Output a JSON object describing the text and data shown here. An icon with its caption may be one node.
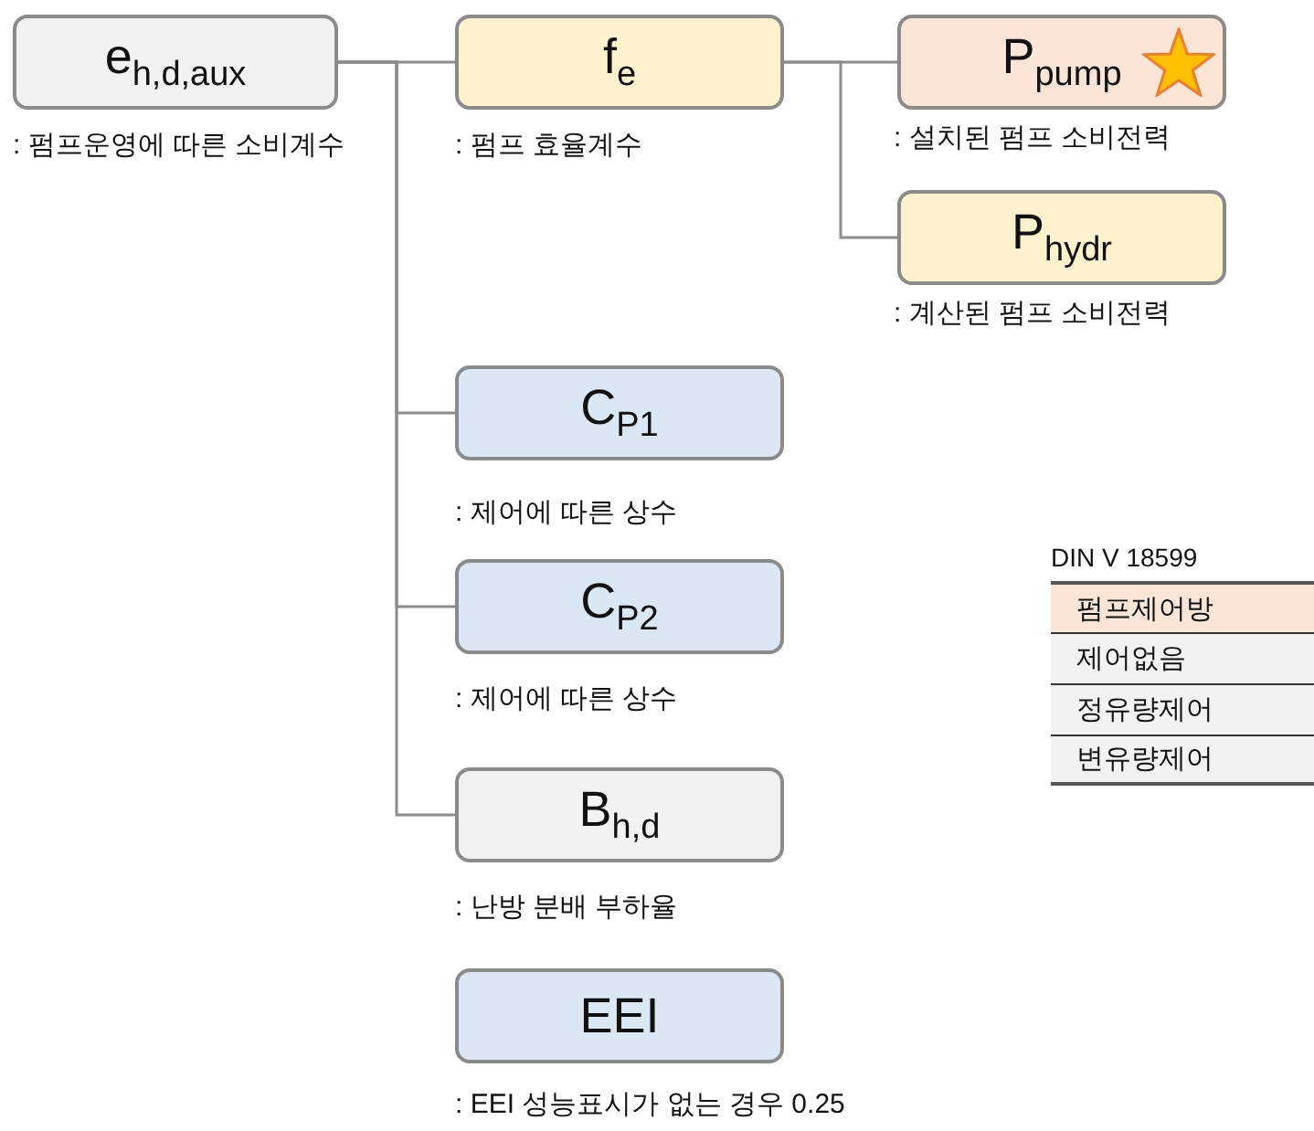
{
  "diagram": {
    "nodes": [
      {
        "text": [
          "e$_{h,d,aux}$"
        ],
        "beside": [
          ": 펌프운영에 따른 소비계수"
        ]
      },
      {
        "text": [
          "f$_{e}$"
        ],
        "beside": [
          ": 펌프 효율계수"
        ]
      },
      {
        "text": [
          "P$_{pump}$"
        ],
        "beside": [
          ": 설치된 펌프 소비전력"
        ]
      },
      {
        "text": [
          "P$_{hydr}$"
        ],
        "beside": [
          ": 계산된 펌프 소비전력"
        ]
      },
      {
        "text": [
          "C$_{P1}$"
        ],
        "beside": [
          ": 제어에 따른 상수"
        ]
      },
      {
        "text": [
          "C$_{P2}$"
        ],
        "beside": [
          ": 제어에 따른 상수"
        ]
      },
      {
        "text": [
          "B$_{h,d}$"
        ],
        "beside": [
          ": 난방 분배 부하율"
        ]
      },
      {
        "text": [
          "EEI"
        ],
        "beside": [
          ": EEI 성능표시가 없는 경우 0.25"
        ]
      }
    ],
    "edges": [
      {
        "from": 0,
        "to": 1,
        "arrow": "none"
      },
      {
        "from": 0,
        "to": 4,
        "arrow": "none"
      },
      {
        "from": 0,
        "to": 5,
        "arrow": "none"
      },
      {
        "from": 0,
        "to": 6,
        "arrow": "none"
      },
      {
        "from": 1,
        "to": 2,
        "arrow": "none"
      },
      {
        "from": 1,
        "to": 3,
        "arrow": "none"
      }
    ],
    "labels": [
      "DIN V 18599",
      "펌프제어방",
      "제어없음",
      "정유량제어",
      "변유량제어"
    ]
  }
}
